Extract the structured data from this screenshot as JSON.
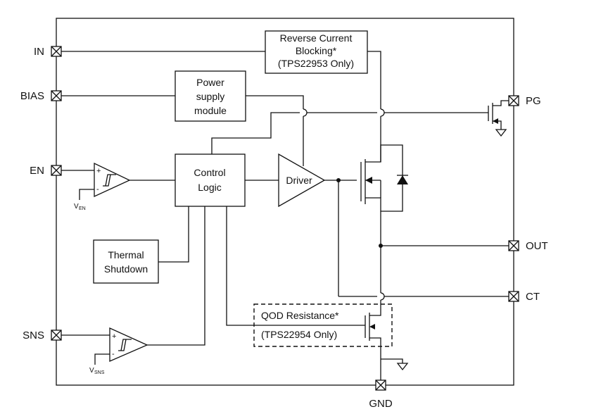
{
  "pins": {
    "in": "IN",
    "bias": "BIAS",
    "en": "EN",
    "sns": "SNS",
    "pg": "PG",
    "out": "OUT",
    "ct": "CT",
    "gnd": "GND"
  },
  "blocks": {
    "reverse_current": [
      "Reverse Current",
      "Blocking*",
      "(TPS22953 Only)"
    ],
    "power_supply": [
      "Power",
      "supply",
      "module"
    ],
    "control_logic": [
      "Control",
      "Logic"
    ],
    "driver": "Driver",
    "thermal_shutdown": [
      "Thermal",
      "Shutdown"
    ],
    "qod": [
      "QOD Resistance*",
      "(TPS22954 Only)"
    ]
  },
  "references": {
    "ven_main": "V",
    "ven_sub": "EN",
    "vsns_main": "V",
    "vsns_sub": "SNS"
  },
  "comparator_symbols": {
    "plus": "+",
    "minus": "-"
  }
}
